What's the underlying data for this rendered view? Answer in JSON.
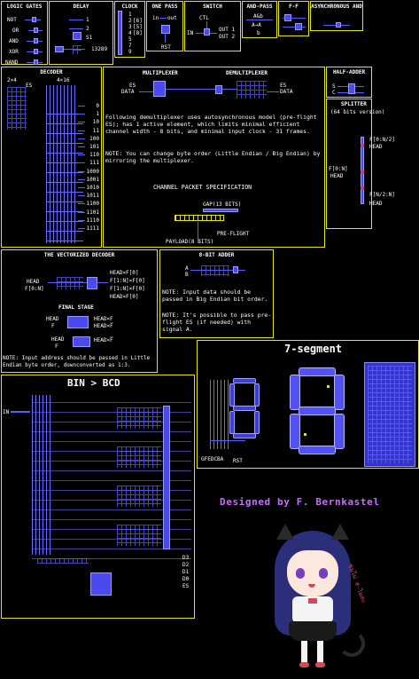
{
  "logic_gates": {
    "title": "LOGIC GATES",
    "items": [
      "NOT",
      "OR",
      "AND",
      "XOR",
      "NAND"
    ]
  },
  "delay": {
    "title": "DELAY",
    "items": [
      "1",
      "2",
      "S1"
    ],
    "value": "13289"
  },
  "clock": {
    "title": "CLOCK",
    "items": [
      "1",
      "2",
      "3",
      "4",
      "5",
      "7",
      "9"
    ],
    "brackets": [
      "[5]",
      "[6]",
      "[8]"
    ]
  },
  "one_pass": {
    "title": "ONE PASS",
    "in_label": "in",
    "out_label": "out",
    "rst_label": "RST"
  },
  "switch": {
    "title": "SWITCH",
    "ctl": "CTL",
    "in": "IN",
    "out1": "OUT 1",
    "out2": "OUT 2"
  },
  "and_pass": {
    "title": "AND-PASS",
    "a_and_b": "A&b",
    "a_to_a": "A→A",
    "b": "b"
  },
  "ff": {
    "title": "F-F"
  },
  "async_and": {
    "title": "ASYNCHRONOUS AND"
  },
  "decoder": {
    "title": "DECODER",
    "left_label": "2×4",
    "right_label": "4×16",
    "es": "ES",
    "outputs": [
      "0",
      "1",
      "10",
      "11",
      "100",
      "101",
      "110",
      "111",
      "1000",
      "1001",
      "1010",
      "1011",
      "1100",
      "1101",
      "1110",
      "1111"
    ]
  },
  "mux": {
    "title_left": "MULTIPLEXER",
    "title_right": "DEMULTIPLEXER",
    "es": "ES",
    "data": "DATA",
    "note1": "Following demultiplexer uses autosynchronous model (pre-flight ES); has 1 active element, which limits minimal efficient channel width - 8 bits, and minimal input clock - 31 frames.",
    "note2": "NOTE: You can change byte order (Little Endian / Big Endian) by mirroring the multiplexer.",
    "packet_title": "CHANNEL PACKET SPECIFICATION",
    "gap": "GAP(13 BITS)",
    "preflight": "PRE-FLIGHT",
    "payload": "PAYLOAD(8 BITS)"
  },
  "half_adder": {
    "title": "HALF-ADDER",
    "s": "S",
    "c": "C"
  },
  "splitter": {
    "title": "SPLITTER",
    "subtitle": "(64 bits version)",
    "f_n2": "F[0:N/2]",
    "head": "HEAD",
    "f_n": "F[0:N]",
    "f_n2n": "F[N/2:N]"
  },
  "vdecoder": {
    "title": "THE VECTORIZED DECODER",
    "head": "HEAD",
    "f0n": "F[0:N]",
    "out1": "HEAD×F[0]",
    "out2": "F[1:N]×F[0]",
    "out3": "F[1:N]×F[0]",
    "out4": "HEAD×F[0]",
    "final_title": "FINAL STAGE",
    "f": "F",
    "head_f": "HEAD×F",
    "head_nf": "HEAD×F̅",
    "note": "NOTE: Input address should be passed in Little Endian byte order, downconverted as 1:3."
  },
  "adder8": {
    "title": "8-BIT ADDER",
    "a": "A",
    "b": "B",
    "note1": "NOTE: Input data should be passed in Big Endian bit order.",
    "note2": "NOTE: It's possible to pass pre-flight ES (if needed) with signal A."
  },
  "seven_seg": {
    "title": "7-segment",
    "pins": "GFEDCBA",
    "rst": "RST"
  },
  "bin_bcd": {
    "title": "BIN > BCD",
    "in": "IN",
    "outs": [
      "D3",
      "D2",
      "D1",
      "D0",
      "ES"
    ]
  },
  "credit": {
    "text": "Designed by F. Bernkastel",
    "side_text": "ชมไม่ ส-ไมละ"
  },
  "colors": {
    "border": "#e6e600",
    "wire": "#5b5bff",
    "credit": "#c96bff",
    "background": "#000000"
  }
}
